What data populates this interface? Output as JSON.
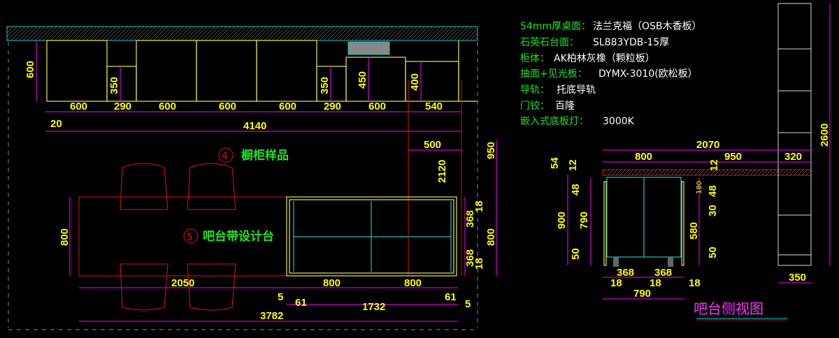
{
  "specs": [
    {
      "key": "54mm厚桌面：",
      "value": "法兰克福（OSB木香板）"
    },
    {
      "key": "石英石台面：",
      "value": "SL883YDB-15厚"
    },
    {
      "key": "柜体：",
      "value": "AK柏林灰橡（颗粒板）"
    },
    {
      "key": "抽面+见光板：",
      "value": "DYMX-3010(欧松板）"
    },
    {
      "key": "导轨：",
      "value": "托底导轨"
    },
    {
      "key": "门铰：",
      "value": "百隆"
    },
    {
      "key": "嵌入式底板灯：",
      "value": "3000K"
    }
  ],
  "elevation": {
    "widths": [
      "600",
      "290",
      "600",
      "600",
      "600",
      "290",
      "600",
      "540"
    ],
    "heights": [
      "600",
      "350",
      "350",
      "450",
      "400"
    ],
    "offset": "20",
    "total": "4140"
  },
  "plan": {
    "label4_num": "4",
    "label4": "橱柜样品",
    "label5_num": "5",
    "label5": "吧台带设计台",
    "d500": "500",
    "d2120": "2120",
    "d950": "950",
    "d800_left": "800",
    "d800_right": "800",
    "d368a": "368",
    "d368b": "368",
    "d18a": "18",
    "d18b": "18",
    "d2050": "2050",
    "d800a": "800",
    "d800b": "800",
    "d5a": "5",
    "d61a": "61",
    "d1732": "1732",
    "d61b": "61",
    "d5b": "5",
    "d3782": "3782"
  },
  "side": {
    "title": "吧台侧视图",
    "d2070": "2070",
    "d800": "800",
    "d950": "950",
    "d320": "320",
    "d54": "54",
    "d12a": "12",
    "d12b": "12",
    "d48a": "48",
    "d900": "900",
    "d790v": "790",
    "d50a": "50",
    "d180": "180",
    "d48b": "48",
    "d30": "30",
    "d580": "580",
    "d50b": "50",
    "d368a": "368",
    "d368b": "368",
    "d18a": "18",
    "d18b": "18",
    "d18c": "18",
    "d790": "790",
    "d350": "350",
    "d2600": "2600"
  }
}
